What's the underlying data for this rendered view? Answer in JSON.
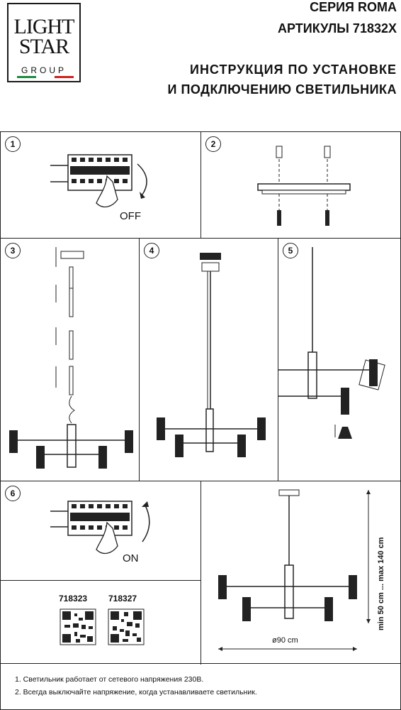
{
  "logo": {
    "line1": "LIGHT",
    "line2": "STAR",
    "line3": "GROUP",
    "flag_colors": [
      "#1f8a3b",
      "#ffffff",
      "#d22020"
    ]
  },
  "header": {
    "series": "СЕРИЯ ROMA",
    "articles": "АРТИКУЛЫ 71832X",
    "title_line1": "ИНСТРУКЦИЯ ПО УСТАНОВКЕ",
    "title_line2": "И ПОДКЛЮЧЕНИЮ СВЕТИЛЬНИКА"
  },
  "steps": {
    "s1": {
      "number": "1",
      "label": "OFF"
    },
    "s2": {
      "number": "2"
    },
    "s3": {
      "number": "3"
    },
    "s4": {
      "number": "4"
    },
    "s5": {
      "number": "5"
    },
    "s6": {
      "number": "6",
      "label": "ON"
    }
  },
  "qr": {
    "article1": "718323",
    "article2": "718327"
  },
  "dimensions": {
    "height": "min 50 cm ... max 140 cm",
    "diameter": "ø90 cm"
  },
  "notes": {
    "n1": "1. Светильник работает от сетевого напряжения 230В.",
    "n2": "2. Всегда выключайте напряжение, когда устанавливаете светильник."
  }
}
